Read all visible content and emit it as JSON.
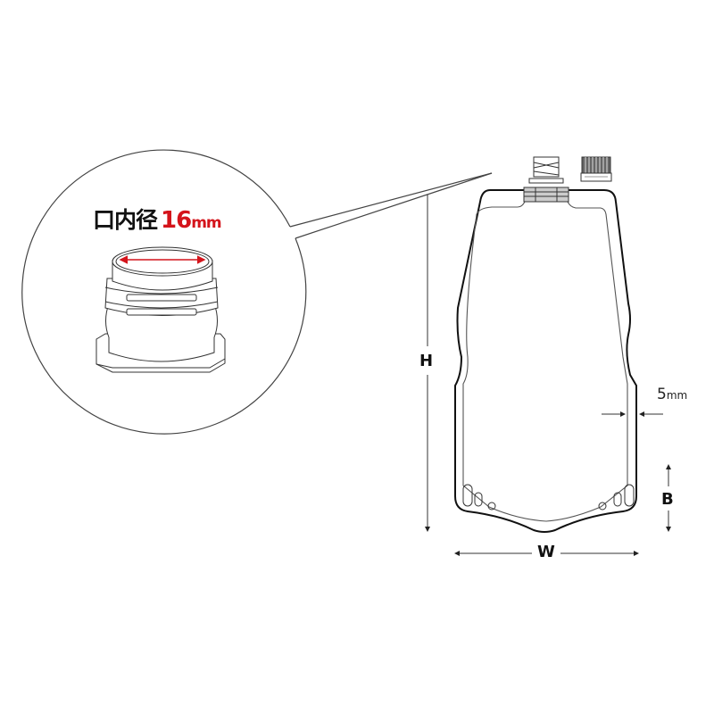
{
  "callout": {
    "title_label": "口内径",
    "value": "16",
    "unit": "mm",
    "accent_color": "#d4141b"
  },
  "dimensions": {
    "height_label": "H",
    "width_label": "W",
    "bottom_gusset_label": "B",
    "seal_width_value": "5",
    "seal_width_unit": "mm"
  },
  "parts": {
    "spout": "spout-icon",
    "cap": "cap-icon",
    "pouch": "pouch-outline"
  }
}
